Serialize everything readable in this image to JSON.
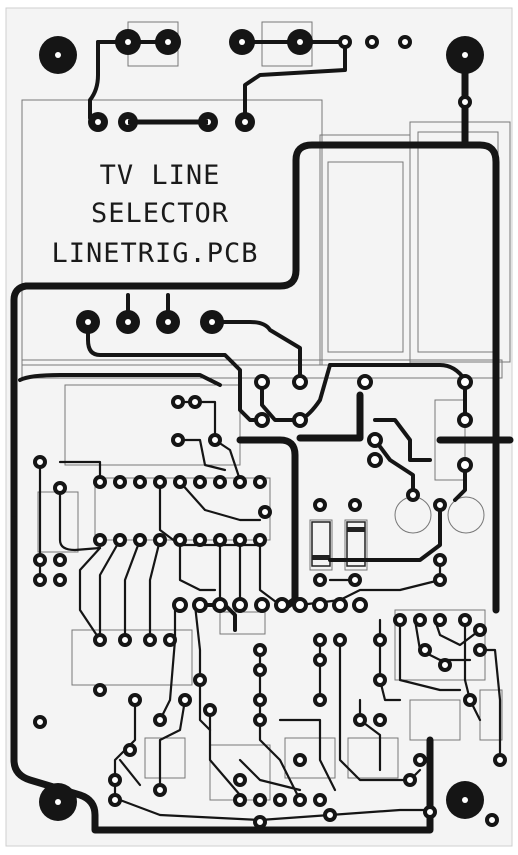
{
  "board_label": {
    "line1": "TV LINE",
    "line2": "SELECTOR",
    "line3": "LINETRIG.PCB"
  },
  "colors": {
    "background": "#f4f4f4",
    "trace": "#151515",
    "silkscreen": "#6a6a6a",
    "pad_hole": "#ffffff"
  }
}
